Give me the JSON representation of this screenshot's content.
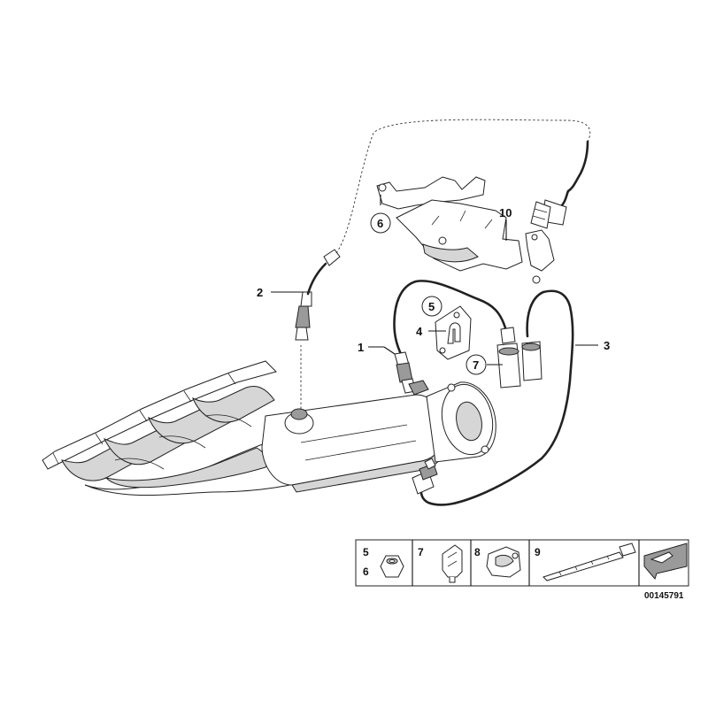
{
  "callouts": {
    "c1": "1",
    "c2": "2",
    "c3": "3",
    "c4": "4",
    "c5": "5",
    "c6": "6",
    "c7": "7",
    "c10": "10"
  },
  "legend": {
    "cell1_a": "5",
    "cell1_b": "6",
    "cell2": "7",
    "cell3": "8",
    "cell4": "9"
  },
  "catalog_number": "00145791"
}
